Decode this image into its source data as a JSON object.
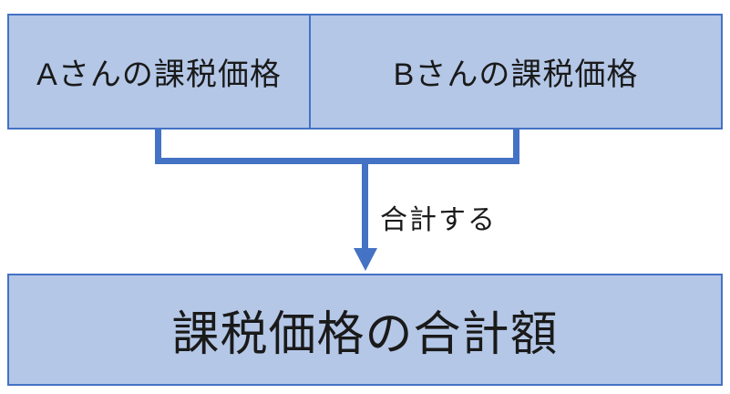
{
  "diagram": {
    "boxes": {
      "box_a": {
        "label": "Aさんの課税価格"
      },
      "box_b": {
        "label": "Bさんの課税価格"
      },
      "box_total": {
        "label": "課税価格の合計額"
      }
    },
    "connector": {
      "label": "合計する",
      "arrow_direction": "down"
    },
    "colors": {
      "box_fill": "#b4c7e7",
      "box_border": "#4472c4",
      "connector": "#4472c4",
      "text": "#1a1a1a",
      "background": "#ffffff"
    }
  }
}
